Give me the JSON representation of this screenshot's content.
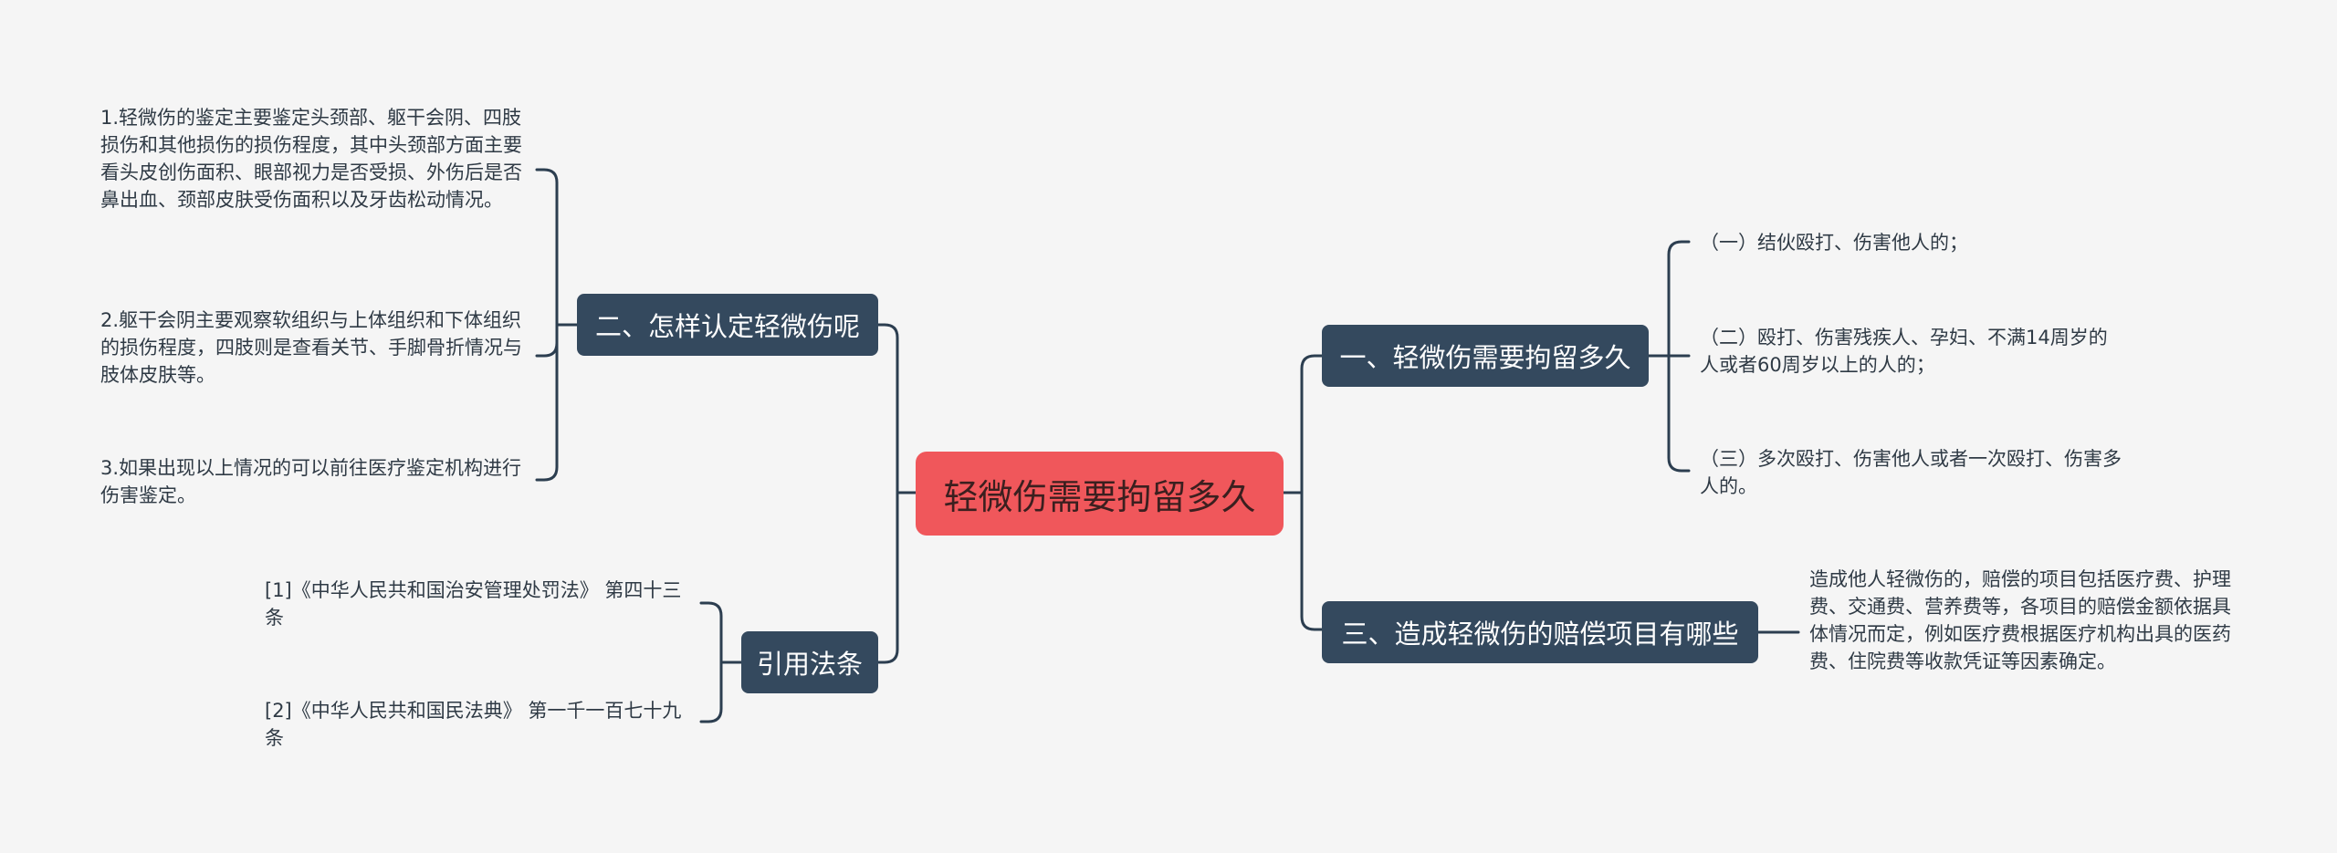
{
  "mindmap": {
    "central": {
      "label": "轻微伤需要拘留多久"
    },
    "branches": {
      "b1": {
        "label": "一、轻微伤需要拘留多久",
        "items": [
          "（一）结伙殴打、伤害他人的；",
          "（二）殴打、伤害残疾人、孕妇、不满14周岁的人或者60周岁以上的人的；",
          "（三）多次殴打、伤害他人或者一次殴打、伤害多人的。"
        ]
      },
      "b2": {
        "label": "二、怎样认定轻微伤呢",
        "items": [
          "1.轻微伤的鉴定主要鉴定头颈部、躯干会阴、四肢损伤和其他损伤的损伤程度，其中头颈部方面主要看头皮创伤面积、眼部视力是否受损、外伤后是否鼻出血、颈部皮肤受伤面积以及牙齿松动情况。",
          "2.躯干会阴主要观察软组织与上体组织和下体组织的损伤程度，四肢则是查看关节、手脚骨折情况与肢体皮肤等。",
          "3.如果出现以上情况的可以前往医疗鉴定机构进行伤害鉴定。"
        ]
      },
      "b3": {
        "label": "三、造成轻微伤的赔偿项目有哪些",
        "items": [
          "造成他人轻微伤的，赔偿的项目包括医疗费、护理费、交通费、营养费等，各项目的赔偿金额依据具体情况而定，例如医疗费根据医疗机构出具的医药费、住院费等收款凭证等因素确定。"
        ]
      },
      "b4": {
        "label": "引用法条",
        "items": [
          "[1]《中华人民共和国治安管理处罚法》 第四十三条",
          "[2]《中华人民共和国民法典》 第一千一百七十九条"
        ]
      }
    }
  },
  "colors": {
    "central_fill": "#f0575b",
    "branch_fill": "#34495e",
    "connector": "#2c3e50",
    "background": "#f5f5f5"
  }
}
